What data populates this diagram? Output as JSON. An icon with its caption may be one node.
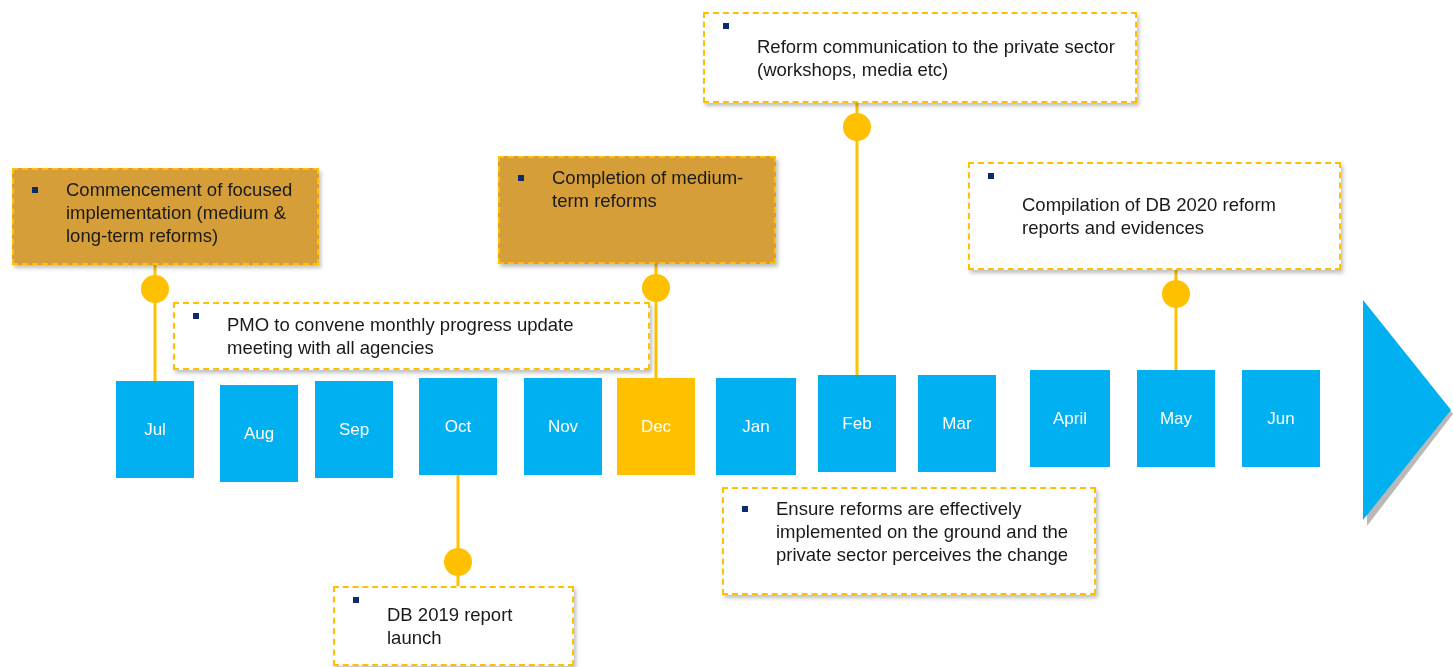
{
  "diagram": {
    "nodes": [
      {
        "text": [
          "Reform communication to the private sector (workshops, media etc)"
        ]
      },
      {
        "text": [
          "Commencement of focused implementation (medium & long-term reforms)"
        ]
      },
      {
        "text": [
          "Completion of medium-term reforms"
        ]
      },
      {
        "text": [
          "Compilation of DB 2020 reform reports and evidences"
        ]
      },
      {
        "text": [
          "PMO to convene monthly progress update meeting with all agencies"
        ]
      },
      {
        "text": [
          "Jul"
        ]
      },
      {
        "text": [
          "Aug"
        ]
      },
      {
        "text": [
          "Sep"
        ]
      },
      {
        "text": [
          "Oct"
        ]
      },
      {
        "text": [
          "Nov"
        ]
      },
      {
        "text": [
          "Dec"
        ]
      },
      {
        "text": [
          "Jan"
        ]
      },
      {
        "text": [
          "Feb"
        ]
      },
      {
        "text": [
          "Mar"
        ]
      },
      {
        "text": [
          "April"
        ]
      },
      {
        "text": [
          "May"
        ]
      },
      {
        "text": [
          "Jun"
        ]
      },
      {
        "text": [
          "Ensure reforms are effectively implemented on the ground and the private sector perceives the change"
        ]
      },
      {
        "text": [
          "DB 2019 report launch"
        ]
      }
    ],
    "edges": [
      {
        "from": 1,
        "to": 5,
        "arrow": "other"
      },
      {
        "from": 2,
        "to": 10,
        "arrow": "other"
      },
      {
        "from": 0,
        "to": 12,
        "arrow": "other"
      },
      {
        "from": 3,
        "to": 15,
        "arrow": "other"
      },
      {
        "from": 18,
        "to": 8,
        "arrow": "other"
      }
    ]
  }
}
